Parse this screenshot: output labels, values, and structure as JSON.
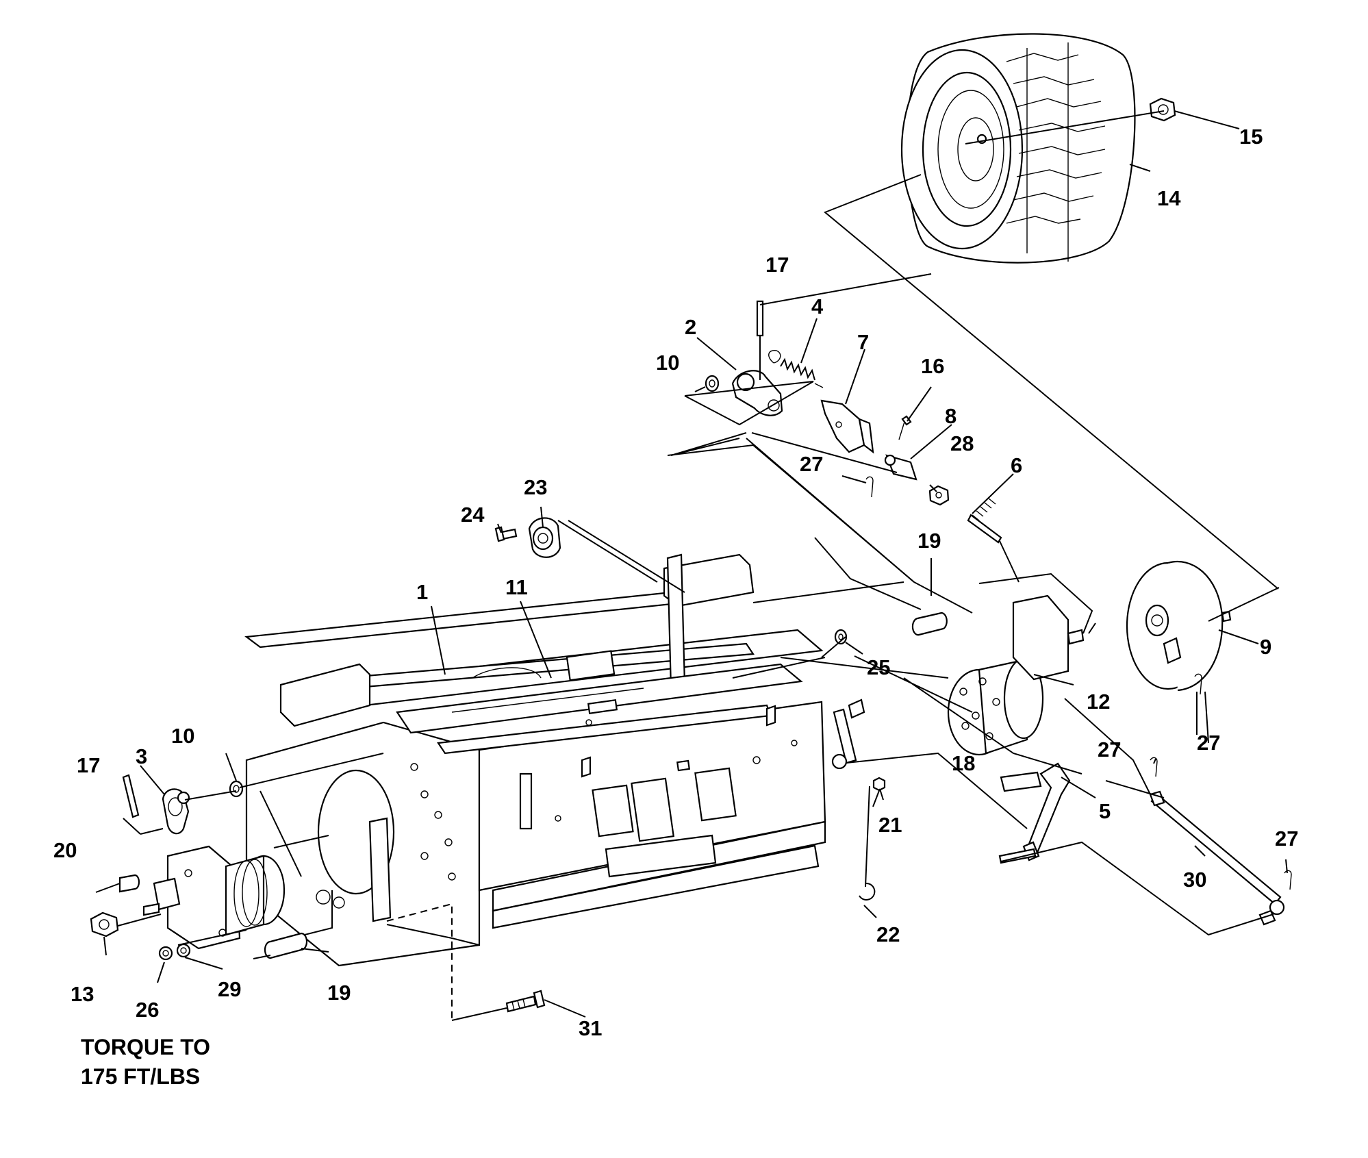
{
  "callouts": [
    {
      "id": "c1",
      "text": "1"
    },
    {
      "id": "c2",
      "text": "2"
    },
    {
      "id": "c3",
      "text": "3"
    },
    {
      "id": "c4",
      "text": "4"
    },
    {
      "id": "c5",
      "text": "5"
    },
    {
      "id": "c6",
      "text": "6"
    },
    {
      "id": "c7",
      "text": "7"
    },
    {
      "id": "c8",
      "text": "8"
    },
    {
      "id": "c9",
      "text": "9"
    },
    {
      "id": "c10a",
      "text": "10"
    },
    {
      "id": "c10b",
      "text": "10"
    },
    {
      "id": "c11",
      "text": "11"
    },
    {
      "id": "c12",
      "text": "12"
    },
    {
      "id": "c13",
      "text": "13"
    },
    {
      "id": "c14",
      "text": "14"
    },
    {
      "id": "c15",
      "text": "15"
    },
    {
      "id": "c16",
      "text": "16"
    },
    {
      "id": "c17a",
      "text": "17"
    },
    {
      "id": "c17b",
      "text": "17"
    },
    {
      "id": "c18",
      "text": "18"
    },
    {
      "id": "c19a",
      "text": "19"
    },
    {
      "id": "c19b",
      "text": "19"
    },
    {
      "id": "c20",
      "text": "20"
    },
    {
      "id": "c21",
      "text": "21"
    },
    {
      "id": "c22",
      "text": "22"
    },
    {
      "id": "c23",
      "text": "23"
    },
    {
      "id": "c24",
      "text": "24"
    },
    {
      "id": "c25",
      "text": "25"
    },
    {
      "id": "c26",
      "text": "26"
    },
    {
      "id": "c27a",
      "text": "27"
    },
    {
      "id": "c27b",
      "text": "27"
    },
    {
      "id": "c27c",
      "text": "27"
    },
    {
      "id": "c27d",
      "text": "27"
    },
    {
      "id": "c28",
      "text": "28"
    },
    {
      "id": "c29",
      "text": "29"
    },
    {
      "id": "c30",
      "text": "30"
    },
    {
      "id": "c31",
      "text": "31"
    }
  ],
  "note": {
    "line1": "TORQUE TO",
    "line2": "175 FT/LBS"
  }
}
